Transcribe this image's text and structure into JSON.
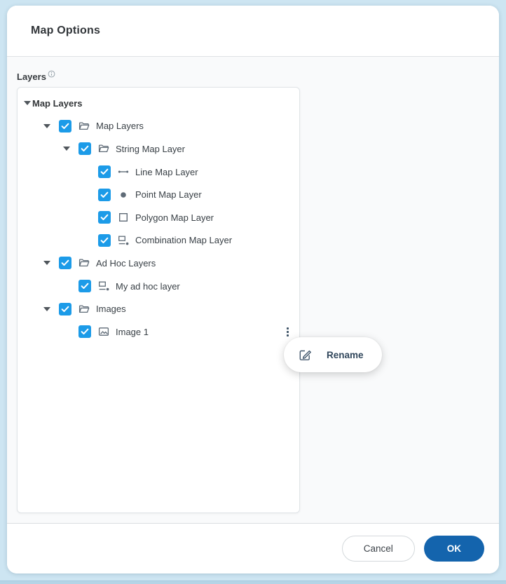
{
  "dialog": {
    "title": "Map Options"
  },
  "layers_section": {
    "label": "Layers"
  },
  "tree": {
    "root": {
      "label": "Map Layers",
      "expanded": true
    },
    "nodes": [
      {
        "level": 1,
        "expandable": true,
        "icon": "folder-icon",
        "label": "Map Layers",
        "checked": true
      },
      {
        "level": 2,
        "expandable": true,
        "icon": "folder-icon",
        "label": "String Map Layer",
        "checked": true
      },
      {
        "level": 3,
        "expandable": false,
        "icon": "line-icon",
        "label": "Line Map Layer",
        "checked": true
      },
      {
        "level": 3,
        "expandable": false,
        "icon": "point-icon",
        "label": "Point Map Layer",
        "checked": true
      },
      {
        "level": 3,
        "expandable": false,
        "icon": "polygon-icon",
        "label": "Polygon Map Layer",
        "checked": true
      },
      {
        "level": 3,
        "expandable": false,
        "icon": "combination-icon",
        "label": "Combination Map Layer",
        "checked": true
      },
      {
        "level": 1,
        "expandable": true,
        "icon": "folder-icon",
        "label": "Ad Hoc Layers",
        "checked": true
      },
      {
        "level": 2,
        "expandable": false,
        "icon": "combination-icon",
        "label": "My ad hoc layer",
        "checked": true
      },
      {
        "level": 1,
        "expandable": true,
        "icon": "folder-icon",
        "label": "Images",
        "checked": true
      },
      {
        "level": 2,
        "expandable": false,
        "icon": "image-icon",
        "label": "Image 1",
        "checked": true,
        "has_menu": true
      }
    ]
  },
  "context_menu": {
    "rename_label": "Rename"
  },
  "footer": {
    "cancel_label": "Cancel",
    "ok_label": "OK"
  },
  "colors": {
    "checkbox_blue": "#1C9BE8",
    "ok_blue": "#1464AD",
    "page_background": "#cde5f2",
    "icon_gray": "#5f6b77",
    "label_text": "#394046",
    "rename_text": "#31475c"
  }
}
